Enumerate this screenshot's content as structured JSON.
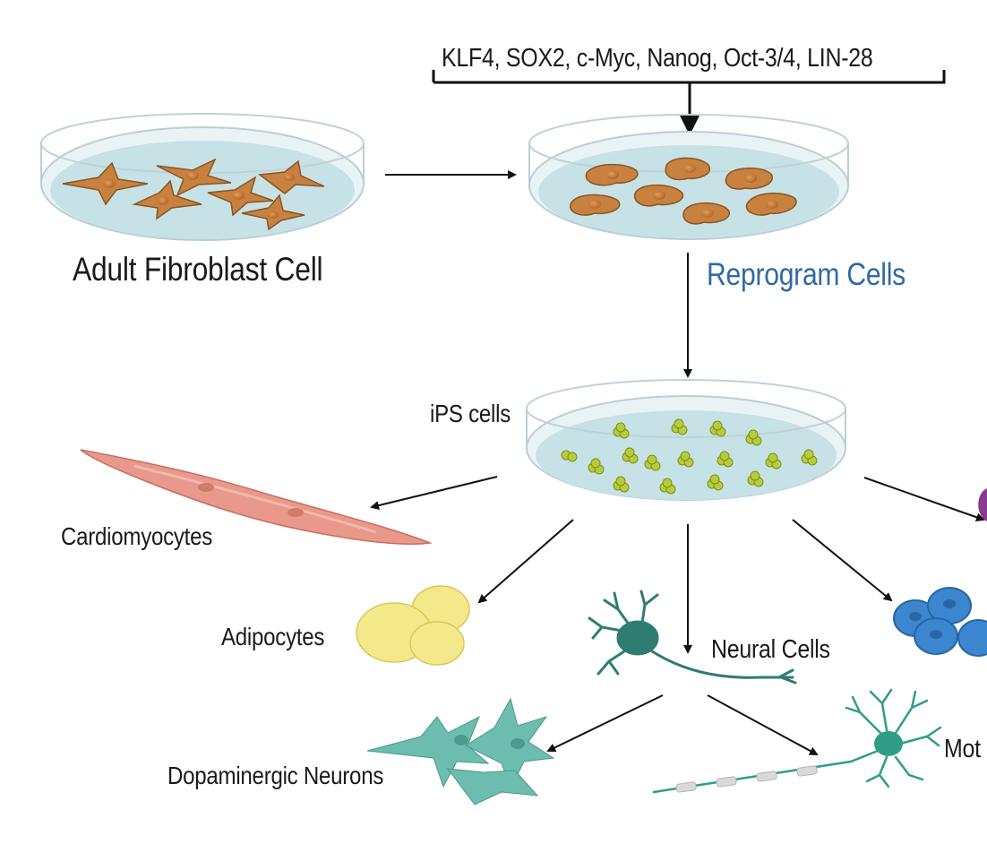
{
  "labels": {
    "factors": "KLF4, SOX2, c-Myc, Nanog, Oct-3/4, LIN-28",
    "fibroblast": "Adult Fibroblast Cell",
    "reprogram": "Reprogram Cells",
    "ips": "iPS cells",
    "cardiomyocytes": "Cardiomyocytes",
    "adipocytes": "Adipocytes",
    "neural": "Neural Cells",
    "dopaminergic": "Dopaminergic Neurons",
    "motor_partial": "Mot"
  },
  "colors": {
    "fibroblast_cell": "#c9813f",
    "ips_colony": "#b7cc3a",
    "cardio": "#e8998c",
    "adipo": "#f3e98a",
    "neuron": "#2f7d72",
    "dopa": "#6cbdb0",
    "epithelial": "#3b86cf",
    "reprogram_text": "#2e6aa3",
    "dish_medium": "#c6e2e6"
  }
}
